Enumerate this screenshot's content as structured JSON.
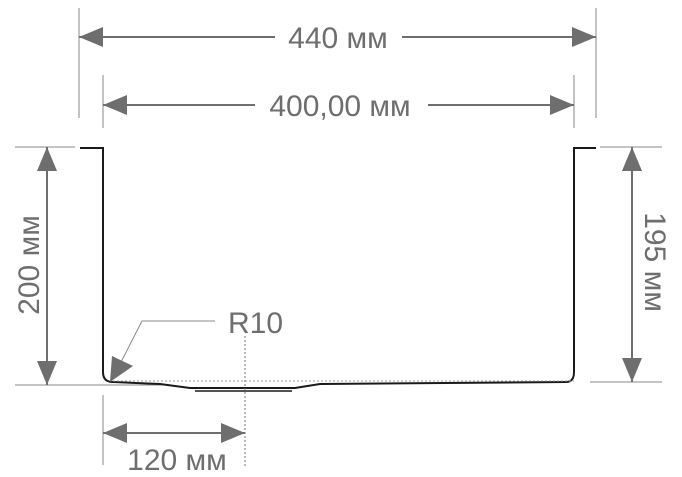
{
  "dimensions": {
    "overall_width": "440 мм",
    "bowl_width": "400,00 мм",
    "overall_depth": "200 мм",
    "bowl_depth": "195 мм",
    "corner_radius": "R10",
    "drain_offset": "120 мм"
  },
  "colors": {
    "dimension": "#6e6e6e",
    "outline": "#1a1a1a"
  }
}
